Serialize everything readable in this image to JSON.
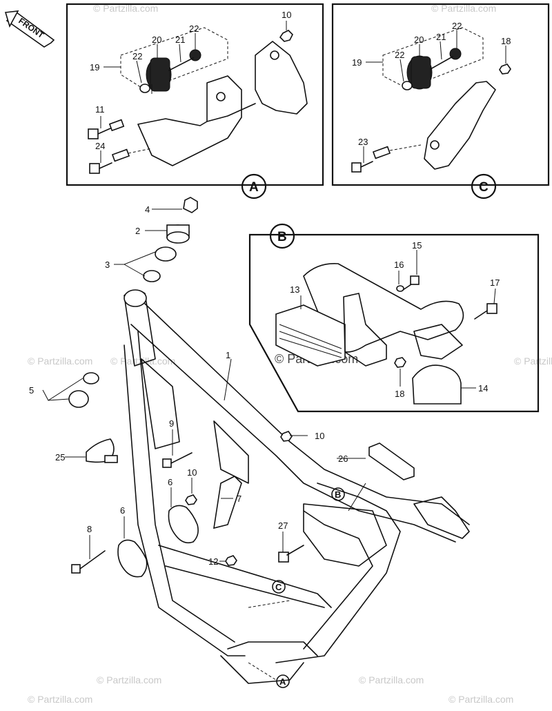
{
  "front_label": "FRONT",
  "watermark": "© Partzilla.com",
  "watermark_center": "© Partzilla.com",
  "callouts": {
    "A": "A",
    "B": "B",
    "C": "C"
  },
  "parts": {
    "p1": "1",
    "p2": "2",
    "p3": "3",
    "p4": "4",
    "p5": "5",
    "p6a": "6",
    "p6b": "6",
    "p7": "7",
    "p8": "8",
    "p9": "9",
    "p10a": "10",
    "p10b": "10",
    "p10c": "10",
    "p11": "11",
    "p12": "12",
    "p13": "13",
    "p14": "14",
    "p15": "15",
    "p16": "16",
    "p17": "17",
    "p18a": "18",
    "p18b": "18",
    "p19a": "19",
    "p19b": "19",
    "p20a": "20",
    "p20b": "20",
    "p21a": "21",
    "p21b": "21",
    "p22a": "22",
    "p22b": "22",
    "p22c": "22",
    "p22d": "22",
    "p23": "23",
    "p24": "24",
    "p25": "25",
    "p26": "26",
    "p27": "27"
  }
}
